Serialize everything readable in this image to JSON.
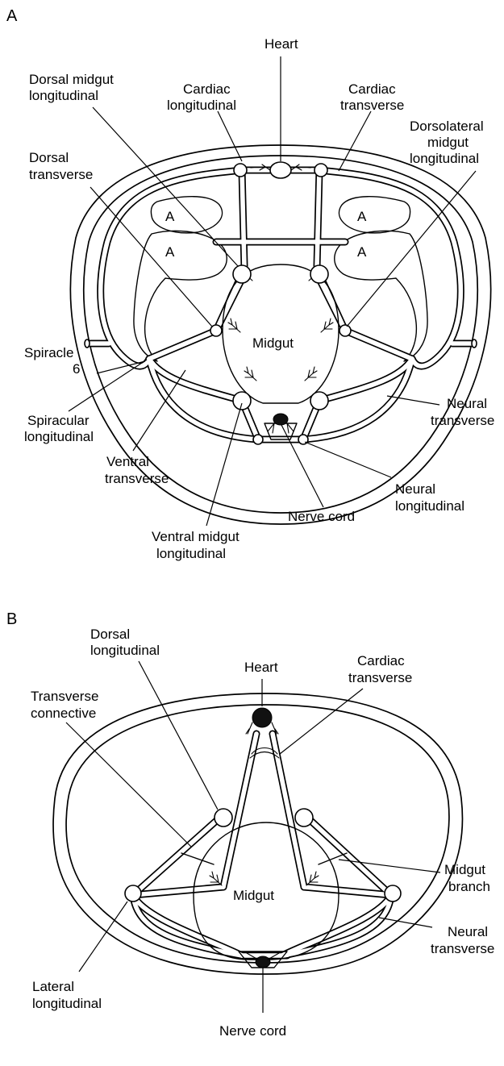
{
  "panel_a": {
    "panel_label": "A",
    "labels": {
      "heart": "Heart",
      "cardiac_longitudinal_1": "Cardiac",
      "cardiac_longitudinal_2": "longitudinal",
      "cardiac_transverse_1": "Cardiac",
      "cardiac_transverse_2": "transverse",
      "dorsal_midgut_longitudinal_1": "Dorsal midgut",
      "dorsal_midgut_longitudinal_2": "longitudinal",
      "dorsolateral_midgut_longitudinal_1": "Dorsolateral",
      "dorsolateral_midgut_longitudinal_2": "midgut",
      "dorsolateral_midgut_longitudinal_3": "longitudinal",
      "dorsal_transverse_1": "Dorsal",
      "dorsal_transverse_2": "transverse",
      "muscle_a": "A",
      "midgut": "Midgut",
      "spiracle_1": "Spiracle",
      "spiracle_2": "6",
      "spiracular_longitudinal_1": "Spiracular",
      "spiracular_longitudinal_2": "longitudinal",
      "ventral_transverse_1": "Ventral",
      "ventral_transverse_2": "transverse",
      "ventral_midgut_longitudinal_1": "Ventral midgut",
      "ventral_midgut_longitudinal_2": "longitudinal",
      "nerve_cord": "Nerve cord",
      "neural_longitudinal_1": "Neural",
      "neural_longitudinal_2": "longitudinal",
      "neural_transverse_1": "Neural",
      "neural_transverse_2": "transverse"
    }
  },
  "panel_b": {
    "panel_label": "B",
    "labels": {
      "heart": "Heart",
      "dorsal_longitudinal_1": "Dorsal",
      "dorsal_longitudinal_2": "longitudinal",
      "cardiac_transverse_1": "Cardiac",
      "cardiac_transverse_2": "transverse",
      "transverse_connective_1": "Transverse",
      "transverse_connective_2": "connective",
      "midgut": "Midgut",
      "midgut_branch_1": "Midgut",
      "midgut_branch_2": "branch",
      "neural_transverse_1": "Neural",
      "neural_transverse_2": "transverse",
      "lateral_longitudinal_1": "Lateral",
      "lateral_longitudinal_2": "longitudinal",
      "nerve_cord": "Nerve cord"
    }
  }
}
